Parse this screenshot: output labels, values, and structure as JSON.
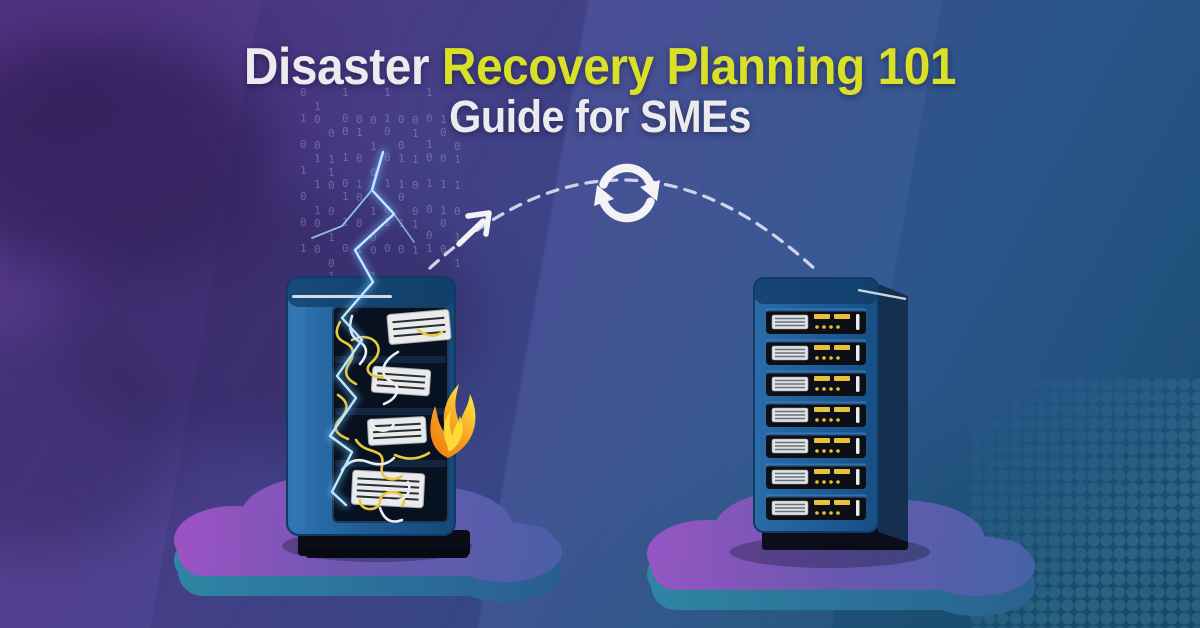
{
  "title": {
    "line1_part1": "Disaster ",
    "line1_part2": "Recovery Planning 101",
    "line2": "Guide for SMEs"
  },
  "colors": {
    "accent_yellow": "#d9e028",
    "title_white": "#ebebee",
    "background_purple": "#5d3d92",
    "background_blue": "#2a568a",
    "background_teal": "#1b4a6e",
    "cloud_top_purple": "#a152c6",
    "cloud_top_blue": "#4b5fa8",
    "cloud_edge_teal": "#2f86a4",
    "rack_blue": "#1d5a94",
    "rack_side_navy": "#15304f",
    "bay_black": "#0c0f16",
    "indicator_yellow": "#e8c23c",
    "cable_yellow": "#e9c73f",
    "cable_white": "#eceef2",
    "flame_orange": "#f59d20",
    "flame_yellow": "#ffe53d",
    "lightning_blue": "#bfe9ff",
    "arc_dash_white": "#d9daee",
    "sync_icon_white": "#f3f3f6"
  },
  "binary_matrix": [
    "0 1 0 1 0 0 1",
    "10 01 1 10 0",
    " 0 110 0 1 01",
    "1 00 1 01 1 0",
    " 01 0 10 0 1",
    "0 1 01 1 00 1",
    "1 10 0 1 01 0",
    " 0 01 10 1 0",
    "01 1 0 01 1",
    "1 0 10 1 0 01",
    " 10 0 1 10 0",
    "0 01 1 0 1 1"
  ],
  "right_server": {
    "bay_count": 7
  },
  "left_server": {
    "tray_count": 4
  }
}
